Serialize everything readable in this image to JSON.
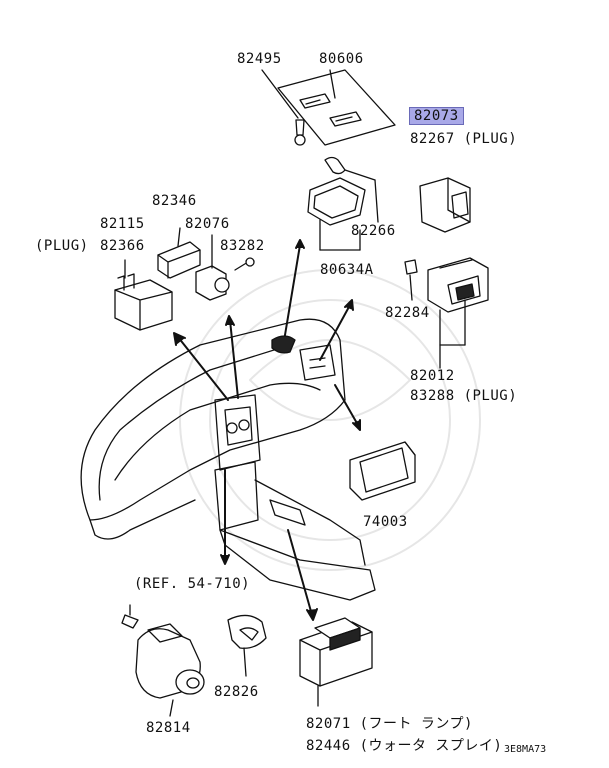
{
  "diagram": {
    "highlight_color": "#a9a9e8",
    "labels": {
      "p82495": "82495",
      "p80606": "80606",
      "p82073": "82073",
      "p82267": "82267 (PLUG)",
      "p82346": "82346",
      "p82115": "82115",
      "p82076": "82076",
      "plug_left": "(PLUG)",
      "p82366": "82366",
      "p83282": "83282",
      "p82266": "82266",
      "p80634A": "80634A",
      "p82284": "82284",
      "p82012": "82012",
      "p83288": "83288 (PLUG)",
      "p74003": "74003",
      "ref": "(REF. 54-710)",
      "p82826": "82826",
      "p82814": "82814",
      "p82071": "82071 (フート ランプ)",
      "p82446": "82446 (ウォータ スプレイ)",
      "code": "3E8MA73"
    }
  }
}
